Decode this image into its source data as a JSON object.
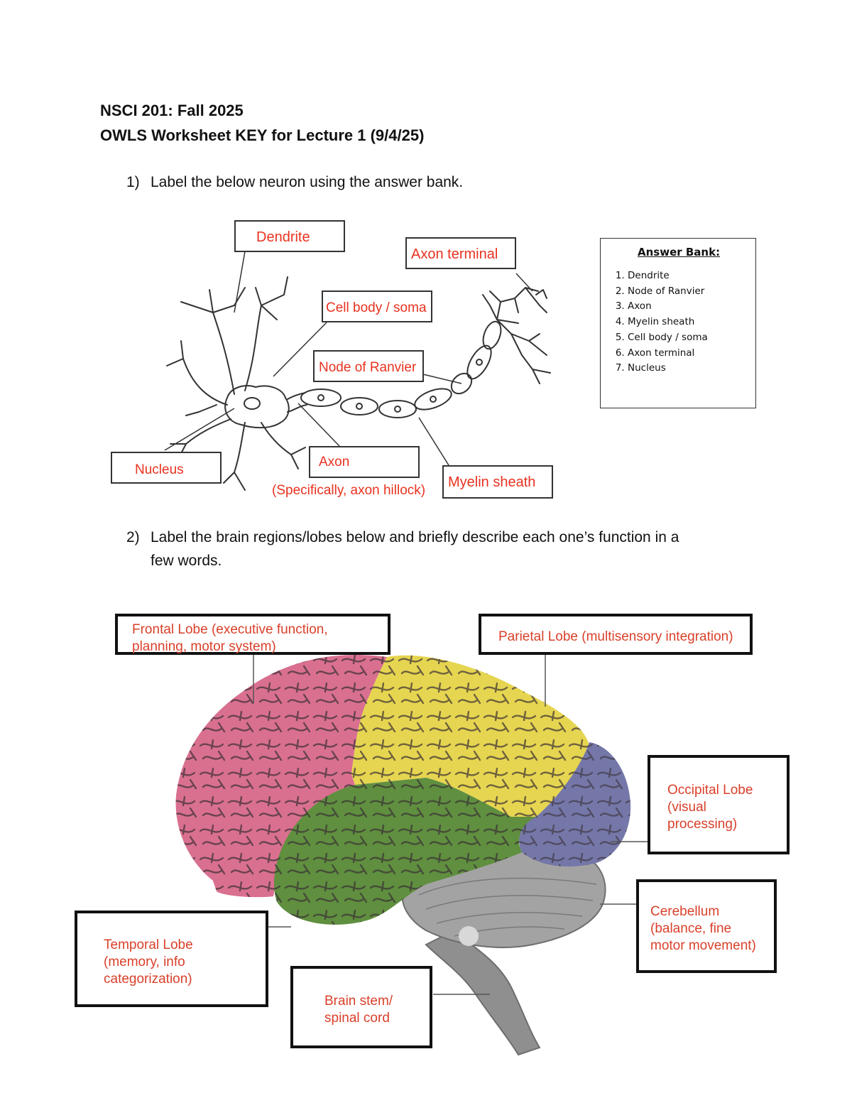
{
  "header": {
    "course": "NSCI 201: Fall 2025",
    "title": "OWLS Worksheet KEY for Lecture 1 (9/4/25)"
  },
  "q1": {
    "number": "1)",
    "prompt": "Label the below neuron using the answer bank."
  },
  "neuron_labels": {
    "dendrite": "Dendrite",
    "axon_terminal": "Axon terminal",
    "cell_body": "Cell body / soma",
    "node_of_ranvier": "Node of Ranvier",
    "nucleus": "Nucleus",
    "axon": "Axon",
    "axon_note": "(Specifically, axon hillock)",
    "myelin_sheath": "Myelin sheath"
  },
  "answer_bank": {
    "title": "Answer Bank:",
    "items": [
      "Dendrite",
      "Node of Ranvier",
      "Axon",
      "Myelin sheath",
      "Cell body / soma",
      "Axon terminal",
      "Nucleus"
    ]
  },
  "q2": {
    "number": "2)",
    "prompt": "Label the brain regions/lobes below and briefly describe each one’s function in a few words."
  },
  "brain_labels": {
    "frontal": "Frontal Lobe (executive function,\nplanning, motor system)",
    "parietal": "Parietal Lobe (multisensory integration)",
    "occipital": "Occipital Lobe\n(visual\nprocessing)",
    "cerebellum": "Cerebellum\n(balance, fine\nmotor movement)",
    "temporal": "Temporal Lobe\n(memory, info\ncategorization)",
    "brainstem": "Brain stem/\nspinal cord"
  },
  "colors": {
    "label_text": "#e8321f",
    "frontal": "#d9708f",
    "parietal": "#e6d550",
    "temporal": "#5f8f3f",
    "occipital": "#7477a8",
    "cerebellum": "#9c9c9c"
  }
}
